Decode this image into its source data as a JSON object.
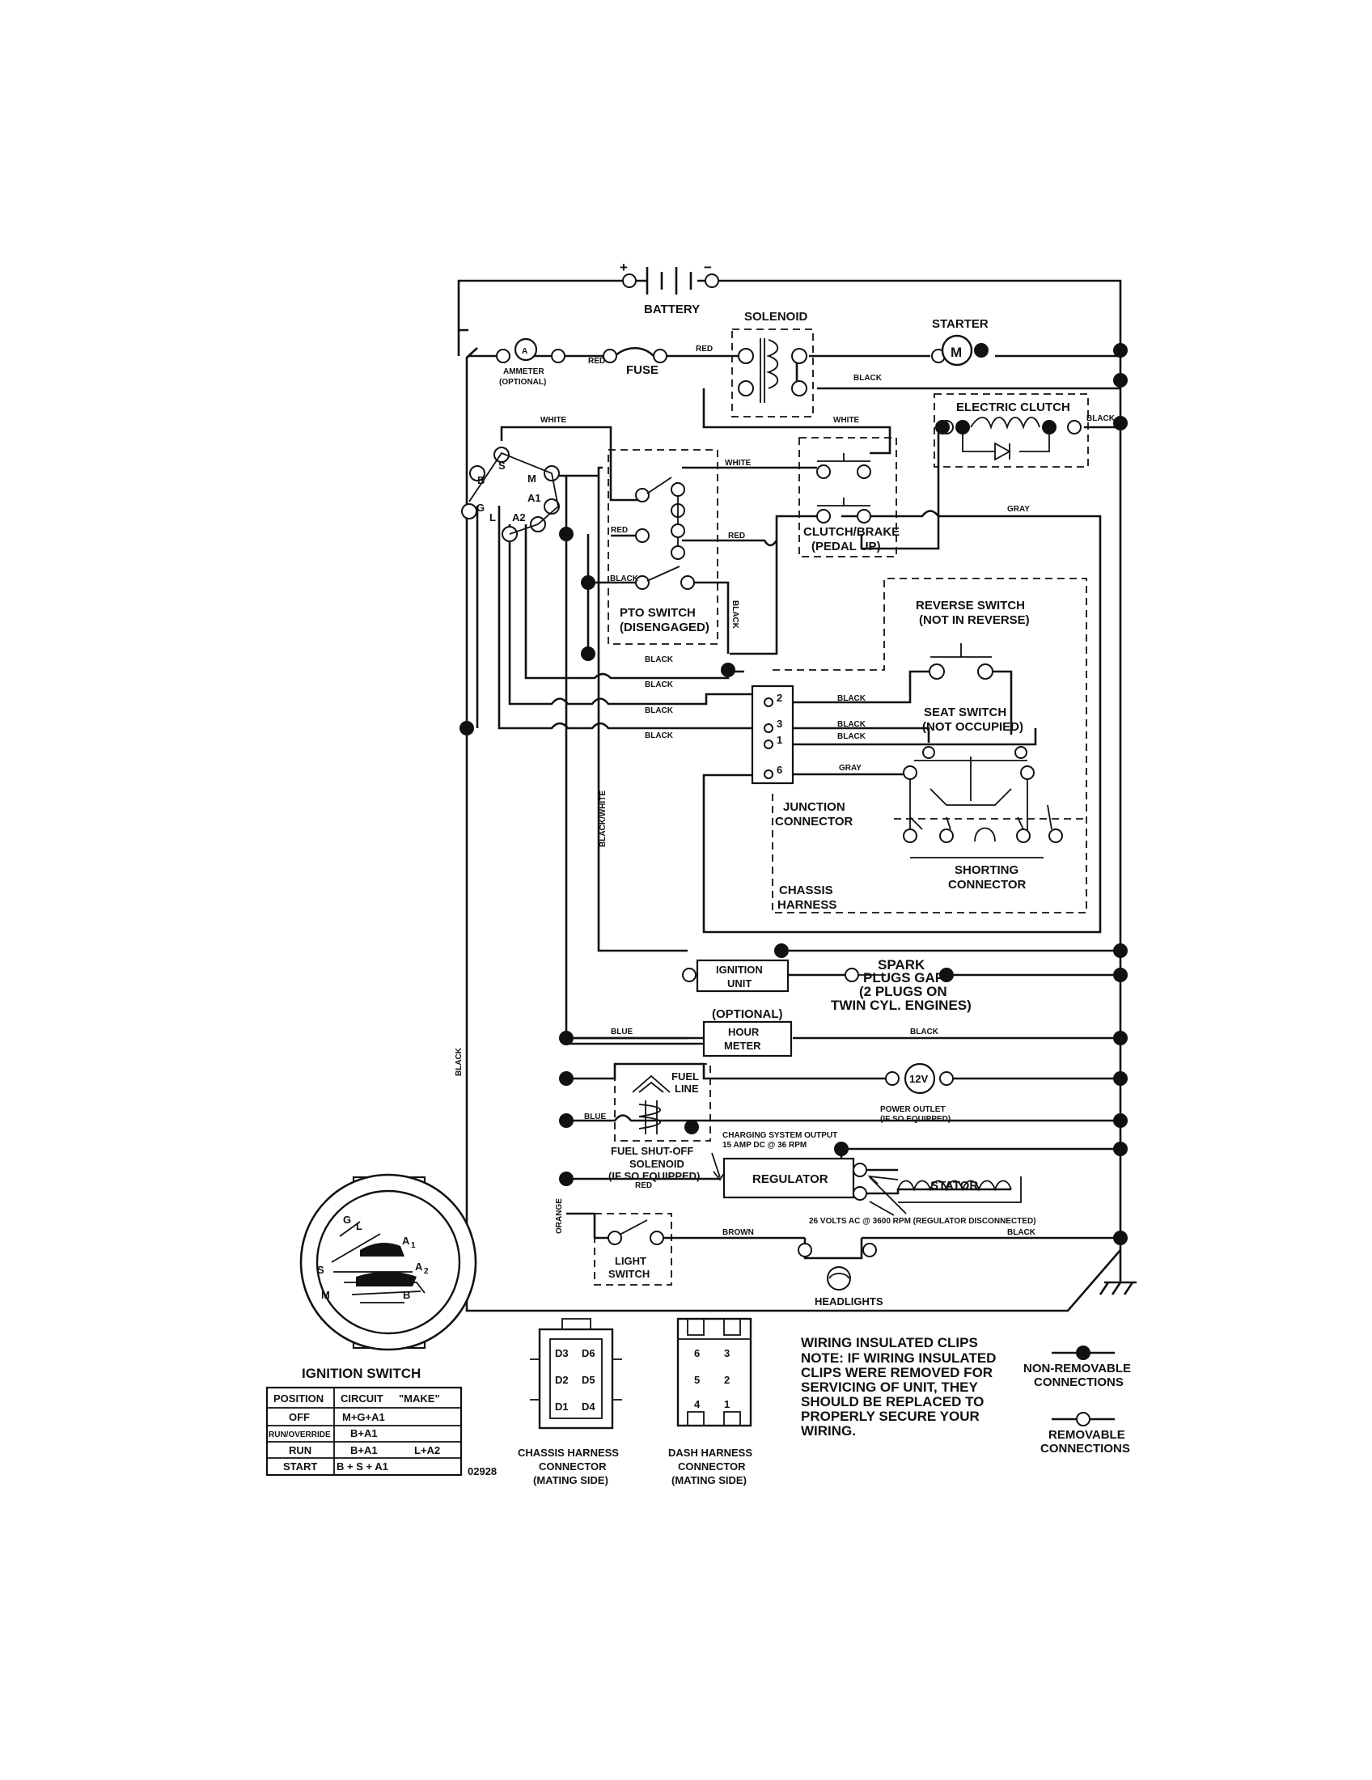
{
  "components": {
    "battery": "BATTERY",
    "solenoid": "SOLENOID",
    "starter": "STARTER",
    "starter_symbol": "M",
    "ammeter": "AMMETER",
    "ammeter_opt": "(OPTIONAL)",
    "ammeter_symbol": "A",
    "fuse": "FUSE",
    "electric_clutch": "ELECTRIC CLUTCH",
    "clutch_brake_1": "CLUTCH/BRAKE",
    "clutch_brake_2": "(PEDAL UP)",
    "pto_1": "PTO SWITCH",
    "pto_2": "(DISENGAGED)",
    "reverse_1": "REVERSE SWITCH",
    "reverse_2": "(NOT IN REVERSE)",
    "seat_1": "SEAT SWITCH",
    "seat_2": "(NOT OCCUPIED)",
    "junction_1": "JUNCTION",
    "junction_2": "CONNECTOR",
    "chassis_1": "CHASSIS",
    "chassis_2": "HARNESS",
    "shorting_1": "SHORTING",
    "shorting_2": "CONNECTOR",
    "ignition_unit_1": "IGNITION",
    "ignition_unit_2": "UNIT",
    "spark_1": "SPARK",
    "spark_2": "PLUGS GAP",
    "spark_3": "(2 PLUGS ON",
    "spark_4": "TWIN CYL. ENGINES)",
    "hour_opt": "(OPTIONAL)",
    "hour_1": "HOUR",
    "hour_2": "METER",
    "fuel_line_1": "FUEL",
    "fuel_line_2": "LINE",
    "outlet_symbol": "12V",
    "outlet_1": "POWER OUTLET",
    "outlet_2": "(IF SO EQUIPPED)",
    "fuel_sol_1": "FUEL SHUT-OFF",
    "fuel_sol_2": "SOLENOID",
    "fuel_sol_3": "(IF SO EQUIPPED)",
    "charging_1": "CHARGING SYSTEM OUTPUT",
    "charging_2": "15 AMP DC @ 36 RPM",
    "regulator": "REGULATOR",
    "stator": "STATOR",
    "ac_note": "26 VOLTS AC @ 3600 RPM (REGULATOR DISCONNECTED)",
    "light_1": "LIGHT",
    "light_2": "SWITCH",
    "headlights": "HEADLIGHTS"
  },
  "ignition_switch_terminals": {
    "b": "B",
    "s": "S",
    "m": "M",
    "a1": "A1",
    "a2": "A2",
    "g": "G",
    "l": "L"
  },
  "junction_pins": [
    "2",
    "3",
    "1",
    "6"
  ],
  "wires": {
    "red": "RED",
    "white": "WHITE",
    "black": "BLACK",
    "gray": "GRAY",
    "blue": "BLUE",
    "black_white": "BLACK/WHITE",
    "orange": "ORANGE",
    "brown": "BROWN"
  },
  "ignition_switch": {
    "title": "IGNITION SWITCH",
    "header": [
      "POSITION",
      "CIRCUIT",
      "\"MAKE\""
    ],
    "rows": [
      {
        "position": "OFF",
        "circuit": "M+G+A1",
        "extra": ""
      },
      {
        "position": "RUN/OVERRIDE",
        "circuit": "B+A1",
        "extra": ""
      },
      {
        "position": "RUN",
        "circuit": "B+A1",
        "extra": "L+A2"
      },
      {
        "position": "START",
        "circuit": "B + S + A1",
        "extra": ""
      }
    ],
    "face_labels": {
      "g": "G",
      "l": "L",
      "a1": "A",
      "a1_sub": "1",
      "a2": "A",
      "a2_sub": "2",
      "s": "S",
      "m": "M",
      "b": "B"
    }
  },
  "diagram_number": "02928",
  "chassis_connector": {
    "label_1": "CHASSIS HARNESS",
    "label_2": "CONNECTOR",
    "label_3": "(MATING SIDE)",
    "pins": [
      "D3",
      "D6",
      "D2",
      "D5",
      "D1",
      "D4"
    ]
  },
  "dash_connector": {
    "label_1": "DASH HARNESS",
    "label_2": "CONNECTOR",
    "label_3": "(MATING SIDE)",
    "pins": [
      "6",
      "3",
      "5",
      "2",
      "4",
      "1"
    ]
  },
  "note": {
    "title": "WIRING INSULATED CLIPS",
    "lines": [
      "NOTE: IF WIRING INSULATED",
      "CLIPS WERE REMOVED FOR",
      "SERVICING OF UNIT, THEY",
      "SHOULD BE REPLACED TO",
      "PROPERLY SECURE YOUR",
      "WIRING."
    ]
  },
  "legend": {
    "nonremovable_1": "NON-REMOVABLE",
    "nonremovable_2": "CONNECTIONS",
    "removable_1": "REMOVABLE",
    "removable_2": "CONNECTIONS"
  }
}
